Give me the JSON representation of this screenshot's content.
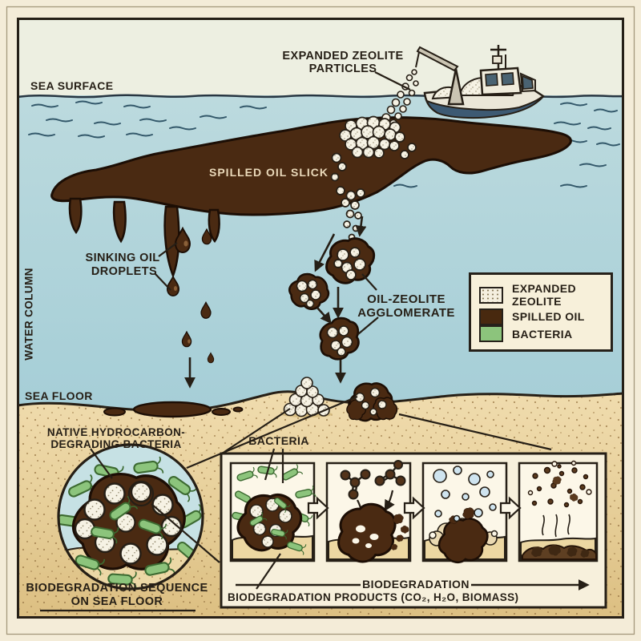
{
  "figure": {
    "subject": "Oil spill remediation with expanded zeolite particles and seafloor biodegradation"
  },
  "labels": {
    "sea_surface": "SEA SURFACE",
    "expanded_zeolite_l1": "EXPANDED ZEOLITE",
    "expanded_zeolite_l2": "PARTICLES",
    "spilled_oil_slick": "SPILLED OIL SLICK",
    "sinking_oil_l1": "SINKING OIL",
    "sinking_oil_l2": "DROPLETS",
    "water_column": "WATER COLUMN",
    "oil_zeolite_l1": "OIL-ZEOLITE",
    "oil_zeolite_l2": "AGGLOMERATE",
    "sea_floor": "SEA FLOOR",
    "native_bacteria_l1": "NATIVE HYDROCARBON-",
    "native_bacteria_l2": "DEGRADING BACTERIA",
    "bacteria": "BACTERIA",
    "biodegradation_sequence_l1": "BIODEGRADATION SEQUENCE",
    "biodegradation_sequence_l2": "ON SEA FLOOR",
    "biodegradation": "BIODEGRADATION",
    "biodegradation_products": "BIODEGRADATION PRODUCTS (CO₂, H₂O, BIOMASS)"
  },
  "legend": {
    "items": [
      {
        "label": "EXPANDED ZEOLITE",
        "swatch": "zeolite",
        "color": "#f4efdf"
      },
      {
        "label": "SPILLED OIL",
        "swatch": "oil",
        "color": "#48290f"
      },
      {
        "label": "BACTERIA",
        "swatch": "bacteria",
        "color": "#8cc47c"
      }
    ]
  },
  "colors": {
    "paper": "#f4ecd8",
    "sky": "#edefe1",
    "water_top": "#b7d7d9",
    "water_bottom": "#9fcad4",
    "sand_light": "#eed9a9",
    "sand_dark": "#dec186",
    "oil": "#4a2a12",
    "oil_outline": "#1c0e05",
    "zeolite": "#f6f2e4",
    "bacteria_green": "#8cc47c",
    "bubble_blue": "#cfe4ef",
    "ink": "#261f16",
    "panel_background": "#f7f0dc"
  }
}
